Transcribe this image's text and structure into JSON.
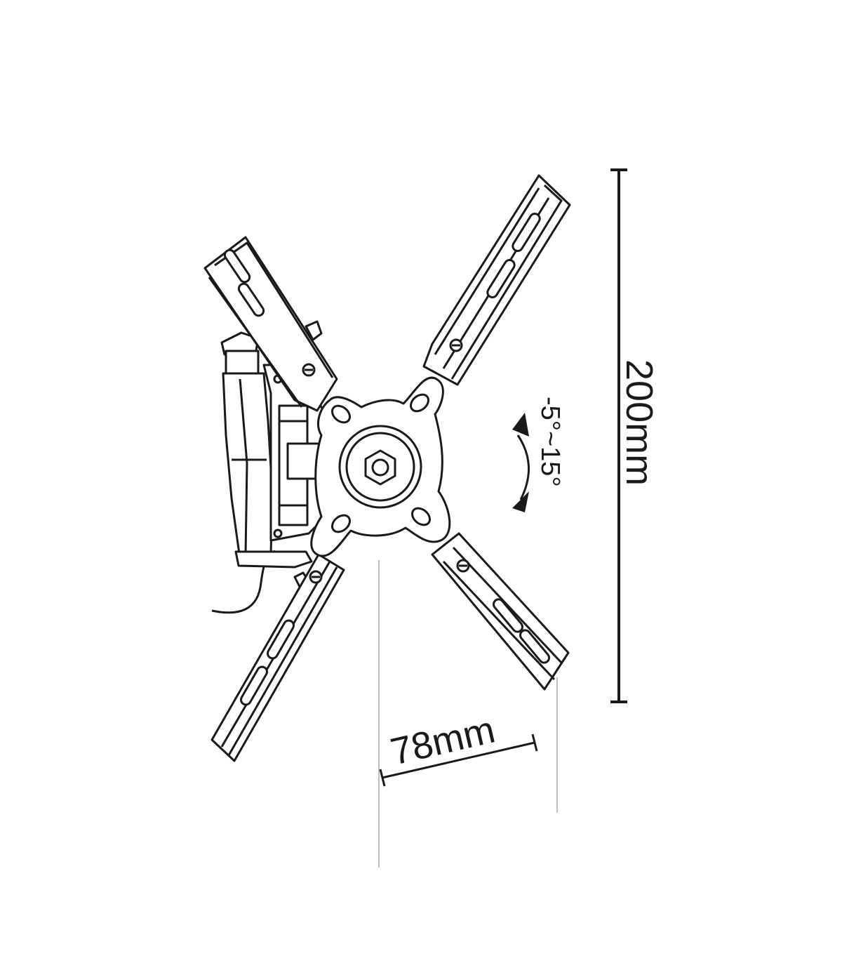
{
  "diagram": {
    "height_dimension": "200mm",
    "depth_dimension": "78mm",
    "tilt_range": "-5°~15°"
  },
  "colors": {
    "line": "#1a1a1a",
    "guide": "#bdbdbd",
    "background": "#ffffff"
  }
}
